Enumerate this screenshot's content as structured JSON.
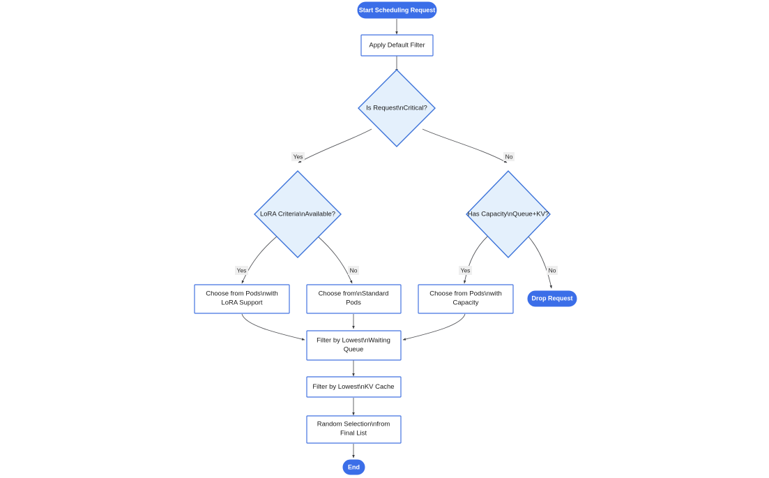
{
  "diagram": {
    "type": "flowchart",
    "orientation": "top-down",
    "background_color": "#ffffff",
    "colors": {
      "terminal_fill": "#3b6ee8",
      "terminal_text": "#ffffff",
      "process_fill": "#ffffff",
      "process_border": "#4272e0",
      "process_text": "#1a1a1a",
      "decision_fill": "#e4f0fc",
      "decision_border": "#3b72d9",
      "edge_stroke": "#55565a",
      "edge_label_bg": "#efefef"
    },
    "nodes": [
      {
        "id": "start",
        "shape": "pill",
        "label": "Start Scheduling Request"
      },
      {
        "id": "apply_filter",
        "shape": "rect",
        "label": "Apply Default Filter"
      },
      {
        "id": "is_critical",
        "shape": "diamond",
        "label": "Is Request\\nCritical?"
      },
      {
        "id": "lora_criteria",
        "shape": "diamond",
        "label": "LoRA Criteria\\nAvailable?"
      },
      {
        "id": "has_capacity",
        "shape": "diamond",
        "label": "Has Capacity\\nQueue+KV?"
      },
      {
        "id": "choose_lora",
        "shape": "rect",
        "label": "Choose from Pods\\nwith LoRA Support",
        "line1": "Choose from Pods\\nwith",
        "line2": "LoRA Support"
      },
      {
        "id": "choose_standard",
        "shape": "rect",
        "label": "Choose from\\nStandard Pods",
        "line1": "Choose from\\nStandard",
        "line2": "Pods"
      },
      {
        "id": "choose_capacity",
        "shape": "rect",
        "label": "Choose from Pods\\nwith Capacity",
        "line1": "Choose from Pods\\nwith",
        "line2": "Capacity"
      },
      {
        "id": "drop_request",
        "shape": "pill",
        "label": "Drop Request"
      },
      {
        "id": "filter_queue",
        "shape": "rect",
        "label": "Filter by Lowest\\nWaiting Queue",
        "line1": "Filter by Lowest\\nWaiting",
        "line2": "Queue"
      },
      {
        "id": "filter_kv",
        "shape": "rect",
        "label": "Filter by Lowest\\nKV Cache"
      },
      {
        "id": "random_select",
        "shape": "rect",
        "label": "Random Selection\\nfrom Final List",
        "line1": "Random Selection\\nfrom",
        "line2": "Final List"
      },
      {
        "id": "end",
        "shape": "pill",
        "label": "End"
      }
    ],
    "edges": [
      {
        "from": "start",
        "to": "apply_filter",
        "label": ""
      },
      {
        "from": "apply_filter",
        "to": "is_critical",
        "label": ""
      },
      {
        "from": "is_critical",
        "to": "lora_criteria",
        "label": "Yes"
      },
      {
        "from": "is_critical",
        "to": "has_capacity",
        "label": "No"
      },
      {
        "from": "lora_criteria",
        "to": "choose_lora",
        "label": "Yes"
      },
      {
        "from": "lora_criteria",
        "to": "choose_standard",
        "label": "No"
      },
      {
        "from": "has_capacity",
        "to": "choose_capacity",
        "label": "Yes"
      },
      {
        "from": "has_capacity",
        "to": "drop_request",
        "label": "No"
      },
      {
        "from": "choose_lora",
        "to": "filter_queue",
        "label": ""
      },
      {
        "from": "choose_standard",
        "to": "filter_queue",
        "label": ""
      },
      {
        "from": "choose_capacity",
        "to": "filter_queue",
        "label": ""
      },
      {
        "from": "filter_queue",
        "to": "filter_kv",
        "label": ""
      },
      {
        "from": "filter_kv",
        "to": "random_select",
        "label": ""
      },
      {
        "from": "random_select",
        "to": "end",
        "label": ""
      }
    ],
    "edge_labels": {
      "critical_yes": "Yes",
      "critical_no": "No",
      "lora_yes": "Yes",
      "lora_no": "No",
      "capacity_yes": "Yes",
      "capacity_no": "No"
    }
  }
}
